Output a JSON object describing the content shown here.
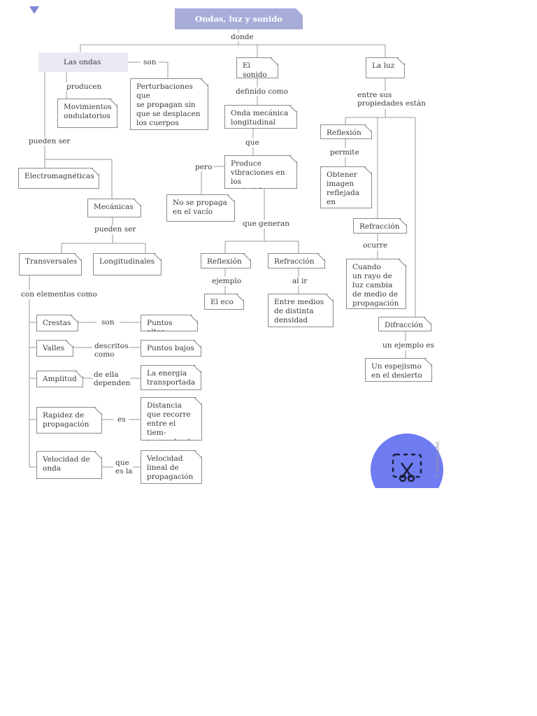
{
  "title": "Ondas, luz y sonido",
  "connectors": {
    "donde": "donde",
    "son": "son",
    "producen": "producen",
    "pueden_ser_1": "pueden ser",
    "pueden_ser_2": "pueden ser",
    "definido_como": "definido como",
    "que": "que",
    "pero": "pero",
    "que_generan": "que generan",
    "ejemplo": "ejemplo",
    "al_ir": "al ir",
    "entre_sus": "entre sus\npropiedades están",
    "permite": "permite",
    "ocurre": "ocurre",
    "un_ejemplo_es": "un ejemplo es",
    "con_elementos": "con elementos como",
    "crestas_son": "son",
    "valles_descritos": "descritos\ncomo",
    "amplitud_de_ella": "de ella\ndependen",
    "rapidez_es": "es",
    "velocidad_que": "que\nes la"
  },
  "nodes": {
    "las_ondas": "Las ondas",
    "perturbaciones": "Perturbaciones que\nse propagan sin\nque se desplacen\nlos cuerpos",
    "movimientos": "Movimientos\nondulatorios",
    "el_sonido": "El sonido",
    "onda_mecanica": "Onda mecánica\nlongitudinal",
    "produce": "Produce\nvibraciones en los\nmateriales",
    "no_propaga": "No se propaga\nen el vacío",
    "reflexion_s": "Reflexión",
    "refraccion_s": "Refracción",
    "el_eco": "El eco",
    "entre_medios": "Entre medios\nde distinta\ndensidad",
    "la_luz": "La luz",
    "reflexion_l": "Reflexión",
    "obtener": "Obtener\nimagen\nreflejada en\nun espejo",
    "refraccion_l": "Refracción",
    "cuando": "Cuando\nun rayo de\nluz cambia\nde medio de\npropagación",
    "difraccion": "Difracción",
    "espejismo": "Un espejismo\nen el desierto",
    "electromagneticas": "Electromagnéticas",
    "mecanicas": "Mecánicas",
    "transversales": "Transversales",
    "longitudinales": "Longitudinales",
    "crestas": "Crestas",
    "puntos_altos": "Puntos altos",
    "valles": "Valles",
    "puntos_bajos": "Puntos bajos",
    "amplitud": "Amplitud",
    "energia": "La energía\ntransportada",
    "rapidez": "Rapidez de\npropagación",
    "distancia": "Distancia\nque recorre\nentre el tiem-\npo empleado",
    "velocidad": "Velocidad de\nonda",
    "velocidad_lineal": "Velocidad\nlineal de\npropagación"
  },
  "credit": "© SANTILLANA",
  "icons": {
    "dropdown": "dropdown-arrow-icon",
    "cut": "scissors-selection-icon"
  },
  "colors": {
    "accent": "#6f7bf1",
    "title_bg": "#a7acd9",
    "line": "#8a8a8a"
  }
}
